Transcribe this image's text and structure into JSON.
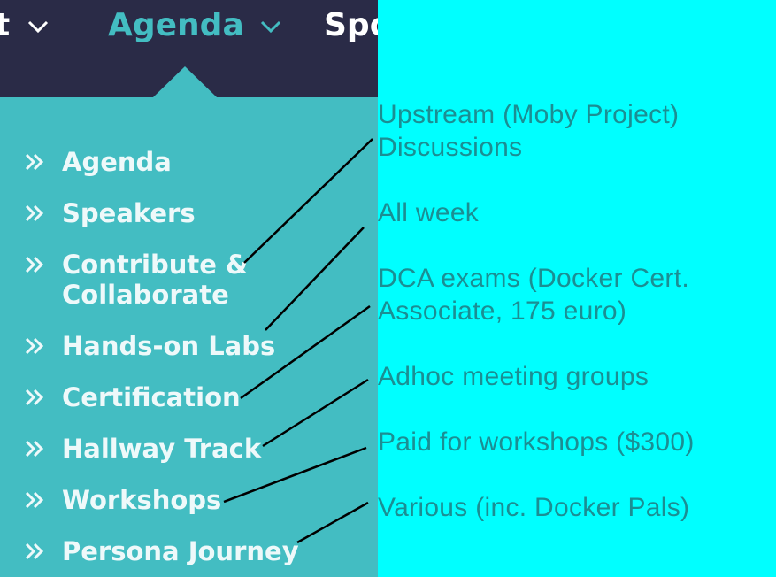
{
  "nav": {
    "prev_label": "t",
    "agenda_label": "Agenda",
    "next_label": "Spo"
  },
  "menu": {
    "items": [
      {
        "label": "Agenda"
      },
      {
        "label": "Speakers"
      },
      {
        "label_line1": "Contribute &",
        "label_line2": "Collaborate"
      },
      {
        "label": "Hands-on Labs"
      },
      {
        "label": "Certification"
      },
      {
        "label": "Hallway Track"
      },
      {
        "label": "Workshops"
      },
      {
        "label": "Persona Journey"
      }
    ]
  },
  "annotations": [
    {
      "line1": "Upstream (Moby Project)",
      "line2": "Discussions"
    },
    {
      "text": "All week"
    },
    {
      "line1": "DCA exams (Docker Cert.",
      "line2": "Associate, 175 euro)"
    },
    {
      "text": "Adhoc meeting groups"
    },
    {
      "text": "Paid for workshops ($300)"
    },
    {
      "text": "Various (inc. Docker Pals)"
    }
  ],
  "colors": {
    "navbar_bg": "#2a2b47",
    "panel_bg": "#43bdc2",
    "notes_bg": "#00ffff",
    "note_text": "#1b8e93"
  }
}
